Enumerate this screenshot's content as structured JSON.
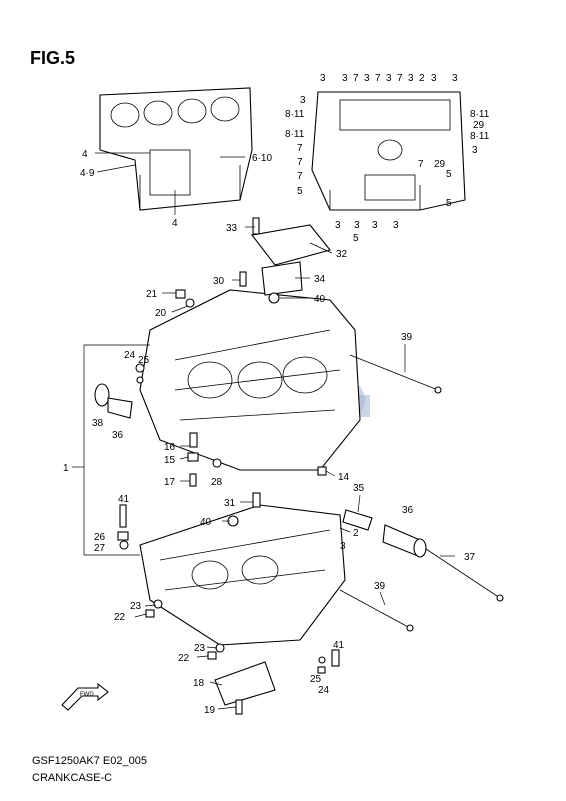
{
  "figure": {
    "title": "FIG.5",
    "code": "GSF1250AK7 E02_005",
    "caption": "CRANKCASE-C"
  },
  "orientation_marker": {
    "label": "FWD",
    "icon": "forward-arrow-icon"
  },
  "callouts": {
    "top_left_view": [
      "4",
      "4·9",
      "4",
      "6·10"
    ],
    "top_right_view": [
      "3",
      "3",
      "7",
      "3",
      "7",
      "3",
      "7",
      "3",
      "2",
      "3",
      "3",
      "3",
      "8·11",
      "8·11",
      "7",
      "7",
      "7",
      "5",
      "3",
      "3",
      "3",
      "5",
      "8·11",
      "29",
      "8·11",
      "3",
      "29",
      "7",
      "5",
      "5",
      "3"
    ],
    "main": [
      "33",
      "32",
      "34",
      "30",
      "40",
      "21",
      "20",
      "39",
      "24",
      "25",
      "38",
      "36",
      "16",
      "15",
      "28",
      "17",
      "14",
      "1",
      "35",
      "36",
      "41",
      "31",
      "40",
      "2",
      "26",
      "27",
      "3",
      "37",
      "39",
      "23",
      "22",
      "23",
      "22",
      "41",
      "25",
      "24",
      "18",
      "19"
    ]
  }
}
